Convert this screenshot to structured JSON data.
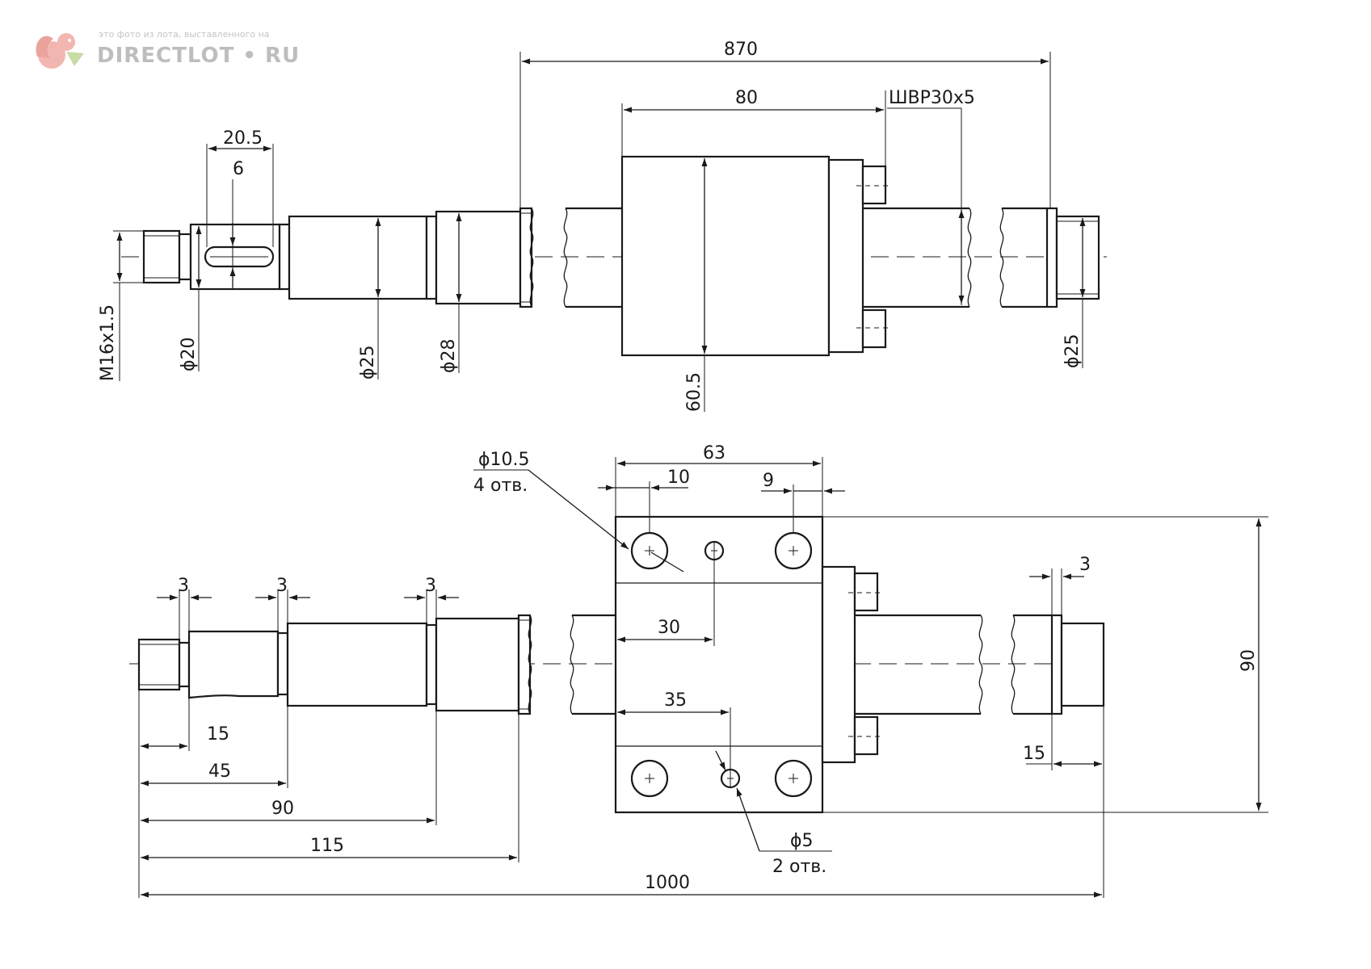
{
  "watermark": {
    "caption": "это фото из лота, выставленного на",
    "brand": "DIRECTLOT • RU"
  },
  "top_view": {
    "thread_label": "M16x1.5",
    "diameters": [
      "ϕ20",
      "ϕ25",
      "ϕ28",
      "ϕ25"
    ],
    "key_length": "20.5",
    "key_width": "6",
    "overall_length": "870",
    "nut_length": "80",
    "nut_designation": "ШВР30х5",
    "nut_diameter": "60.5"
  },
  "bottom_view": {
    "hole_large": {
      "diameter": "ϕ10.5",
      "count": "4 отв."
    },
    "hole_small": {
      "diameter": "ϕ5",
      "count": "2 отв."
    },
    "flange_width": "63",
    "hole_offset_left": "10",
    "hole_offset_right": "9",
    "chamfers": [
      "3",
      "3",
      "3",
      "3"
    ],
    "small_hole_x1": "30",
    "small_hole_x2": "35",
    "height": "90",
    "lengths": [
      "15",
      "45",
      "90",
      "115",
      "1000"
    ],
    "right_end_length": "15"
  }
}
